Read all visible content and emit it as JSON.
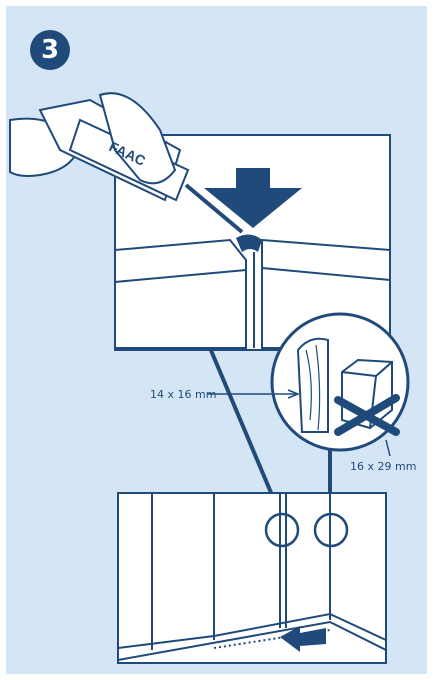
{
  "step": {
    "number": "3"
  },
  "caulk_brand": "FAAC",
  "dimensions": {
    "correct": "14 x 16 mm",
    "incorrect": "16 x 29 mm"
  },
  "colors": {
    "background": "#d4e6f6",
    "ink": "#1f4a7a",
    "paper": "#ffffff"
  },
  "icons": [
    "down-arrow-icon",
    "cross-icon",
    "push-arrow-icon"
  ]
}
